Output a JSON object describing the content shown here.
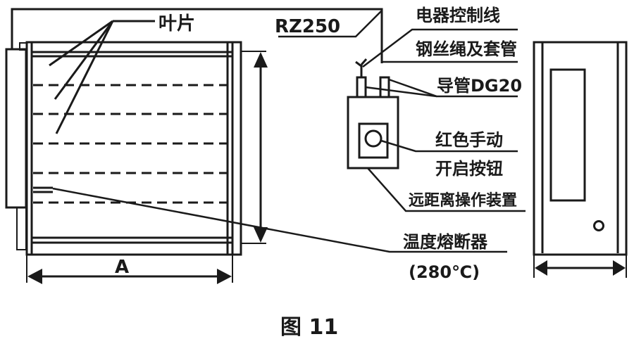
{
  "figure": {
    "caption": "图 11",
    "labels": {
      "blade": "叶片",
      "model": "RZ250",
      "control_wire": "电器控制线",
      "steel_cable": "钢丝绳及套管",
      "conduit": "导管DG20",
      "manual_button_line1": "红色手动",
      "manual_button_line2": "开启按钮",
      "remote_device": "远距离操作装置",
      "fuse_line1": "温度熔断器",
      "fuse_line2": "(280℃)",
      "dimension_a": "A"
    },
    "colors": {
      "line": "#1a1a1a",
      "background": "#ffffff"
    }
  }
}
